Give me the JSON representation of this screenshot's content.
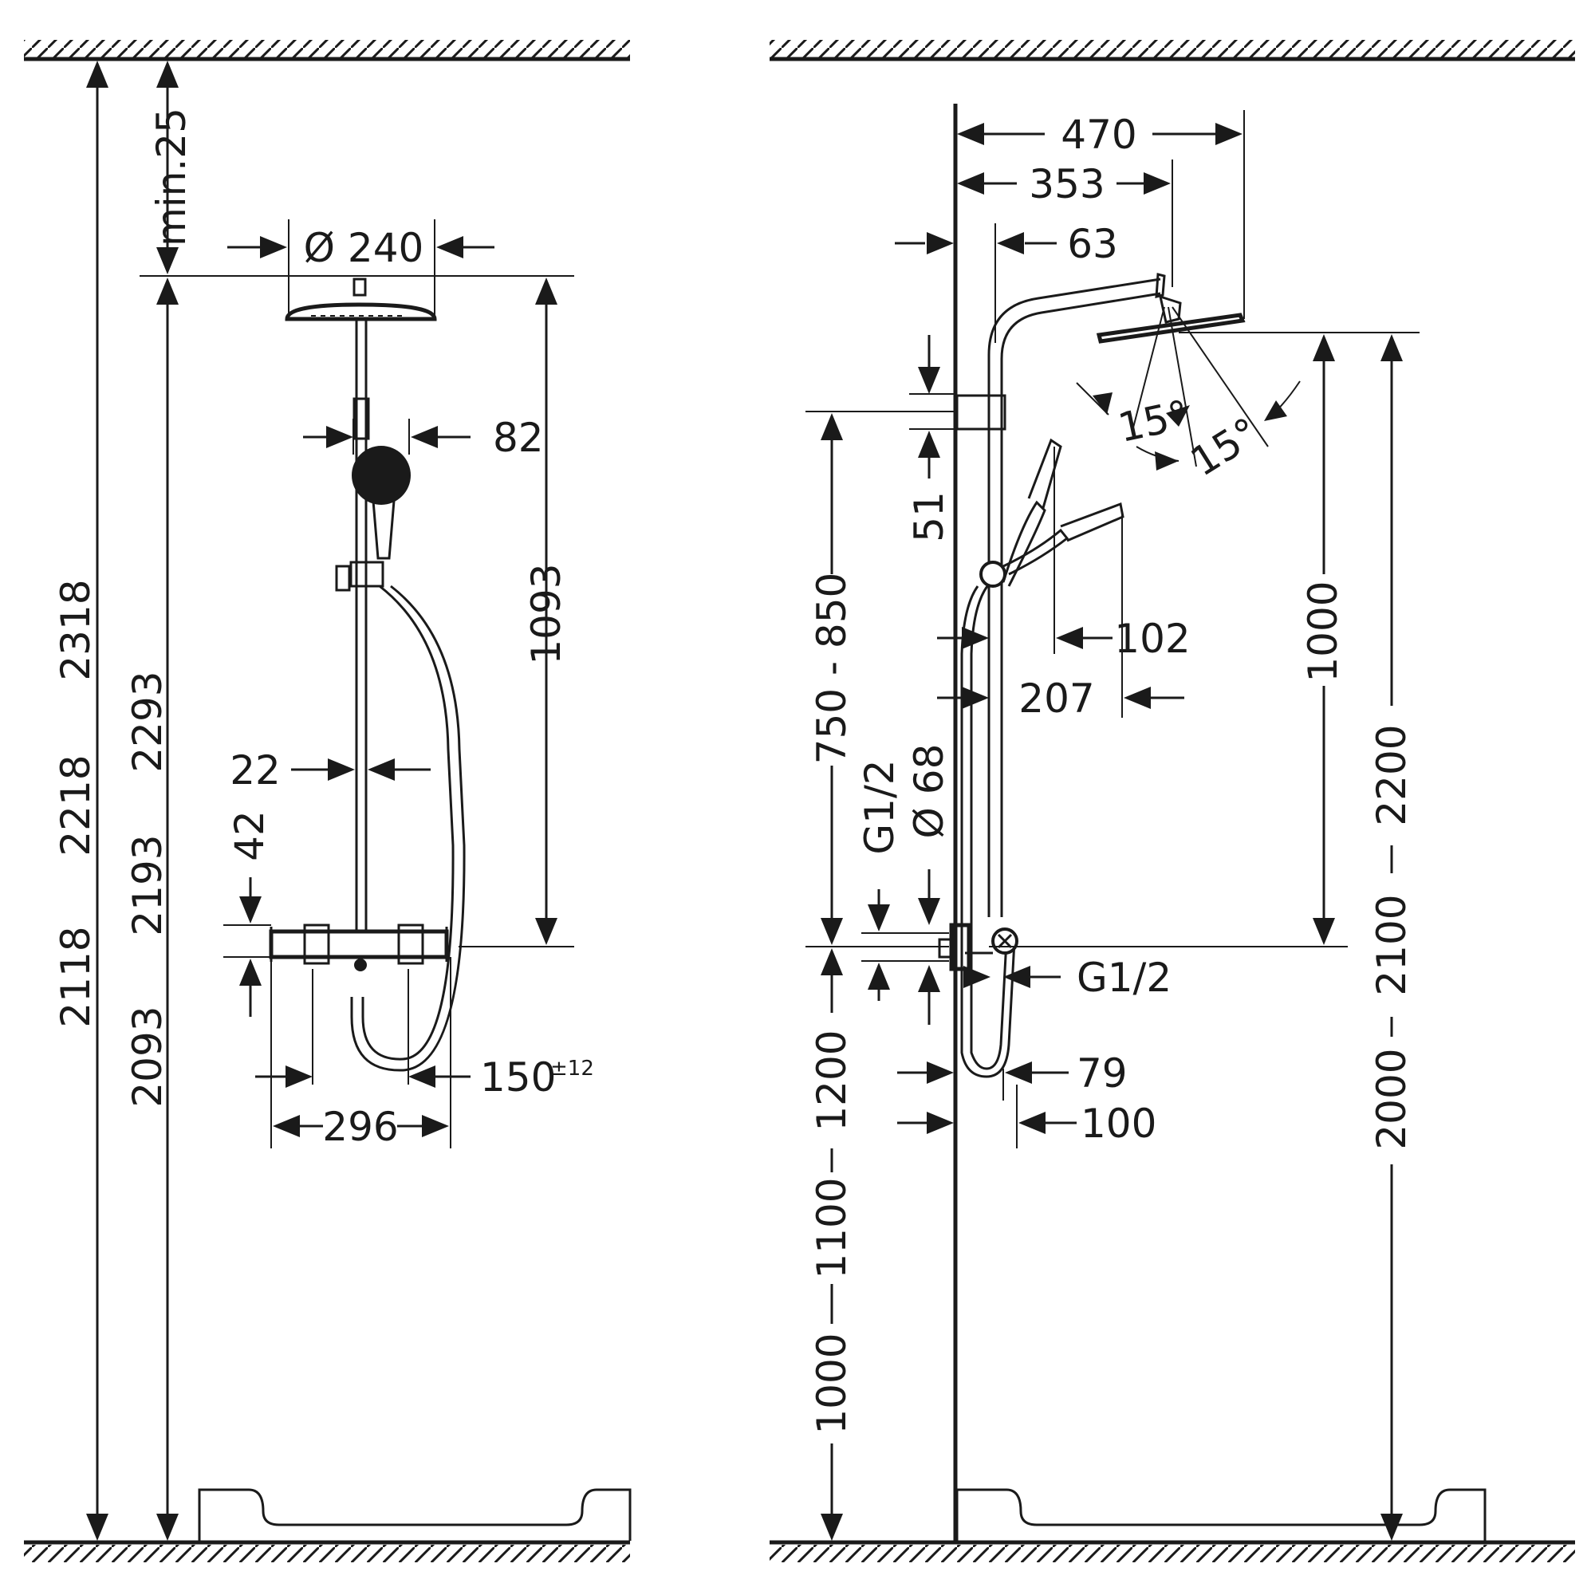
{
  "left_view": {
    "dims": {
      "overall_2318": "2318",
      "overall_2218": "2218",
      "overall_2118": "2118",
      "head_2293": "2293",
      "head_2193": "2193",
      "head_2093": "2093",
      "min_25": "min.25",
      "head_diameter": "Ø 240",
      "handshower_82": "82",
      "spacing_1093": "1093",
      "rail_22": "22",
      "mixer_42": "42",
      "centers_150": "150",
      "centers_tol": "±12",
      "mixer_width": "296"
    }
  },
  "right_view": {
    "dims": {
      "arm_470": "470",
      "arm_353": "353",
      "rail_63": "63",
      "bracket_51": "51",
      "rail_height_range": "750 - 850",
      "tilt_1": "15°",
      "tilt_2": "15°",
      "hand_102": "102",
      "hand_207": "207",
      "head_1000": "1000",
      "h_2200": "2200",
      "h_2100": "2100",
      "h_2000": "2000",
      "thread_g12_a": "G1/2",
      "hose_d68": "Ø 68",
      "thread_g12_b": "G1/2",
      "wall_79": "79",
      "wall_100": "100",
      "mixer_1200": "1200",
      "mixer_1100": "1100",
      "mixer_1000": "1000"
    }
  }
}
